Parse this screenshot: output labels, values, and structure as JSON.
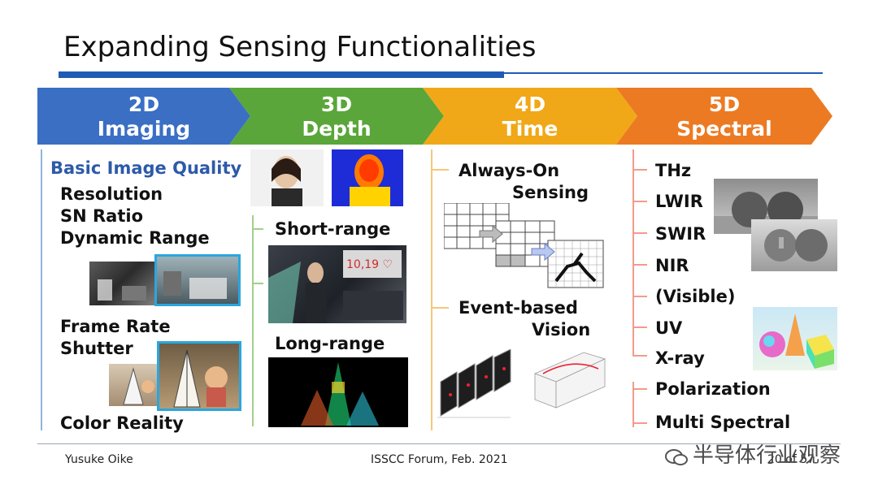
{
  "slide": {
    "title": "Expanding Sensing Functionalities",
    "stages": [
      {
        "line1": "2D",
        "line2": "Imaging",
        "color": "#3a6fc4"
      },
      {
        "line1": "3D",
        "line2": "Depth",
        "color": "#5aa63a"
      },
      {
        "line1": "4D",
        "line2": "Time",
        "color": "#f0a818"
      },
      {
        "line1": "5D",
        "line2": "Spectral",
        "color": "#ec7a22"
      }
    ],
    "col_2d": {
      "heading": "Basic Image Quality",
      "items_a": [
        "Resolution",
        "SN Ratio",
        "Dynamic Range"
      ],
      "items_b": [
        "Frame Rate",
        "Shutter"
      ],
      "item_c": "Color Reality"
    },
    "col_3d": {
      "short_range": "Short-range",
      "long_range": "Long-range"
    },
    "col_4d": {
      "always_on_1": "Always-On",
      "always_on_2": "Sensing",
      "event_1": "Event-based",
      "event_2": "Vision"
    },
    "col_5d": {
      "bands": [
        "THz",
        "LWIR",
        "SWIR",
        "NIR",
        "(Visible)",
        "UV",
        "X-ray"
      ],
      "polarization": "Polarization",
      "multi": "Multi Spectral"
    },
    "footer": {
      "author": "Yusuke Oike",
      "event": "ISSCC Forum, Feb. 2021",
      "page": "20 of 57"
    },
    "watermark": "半导体行业观察"
  }
}
